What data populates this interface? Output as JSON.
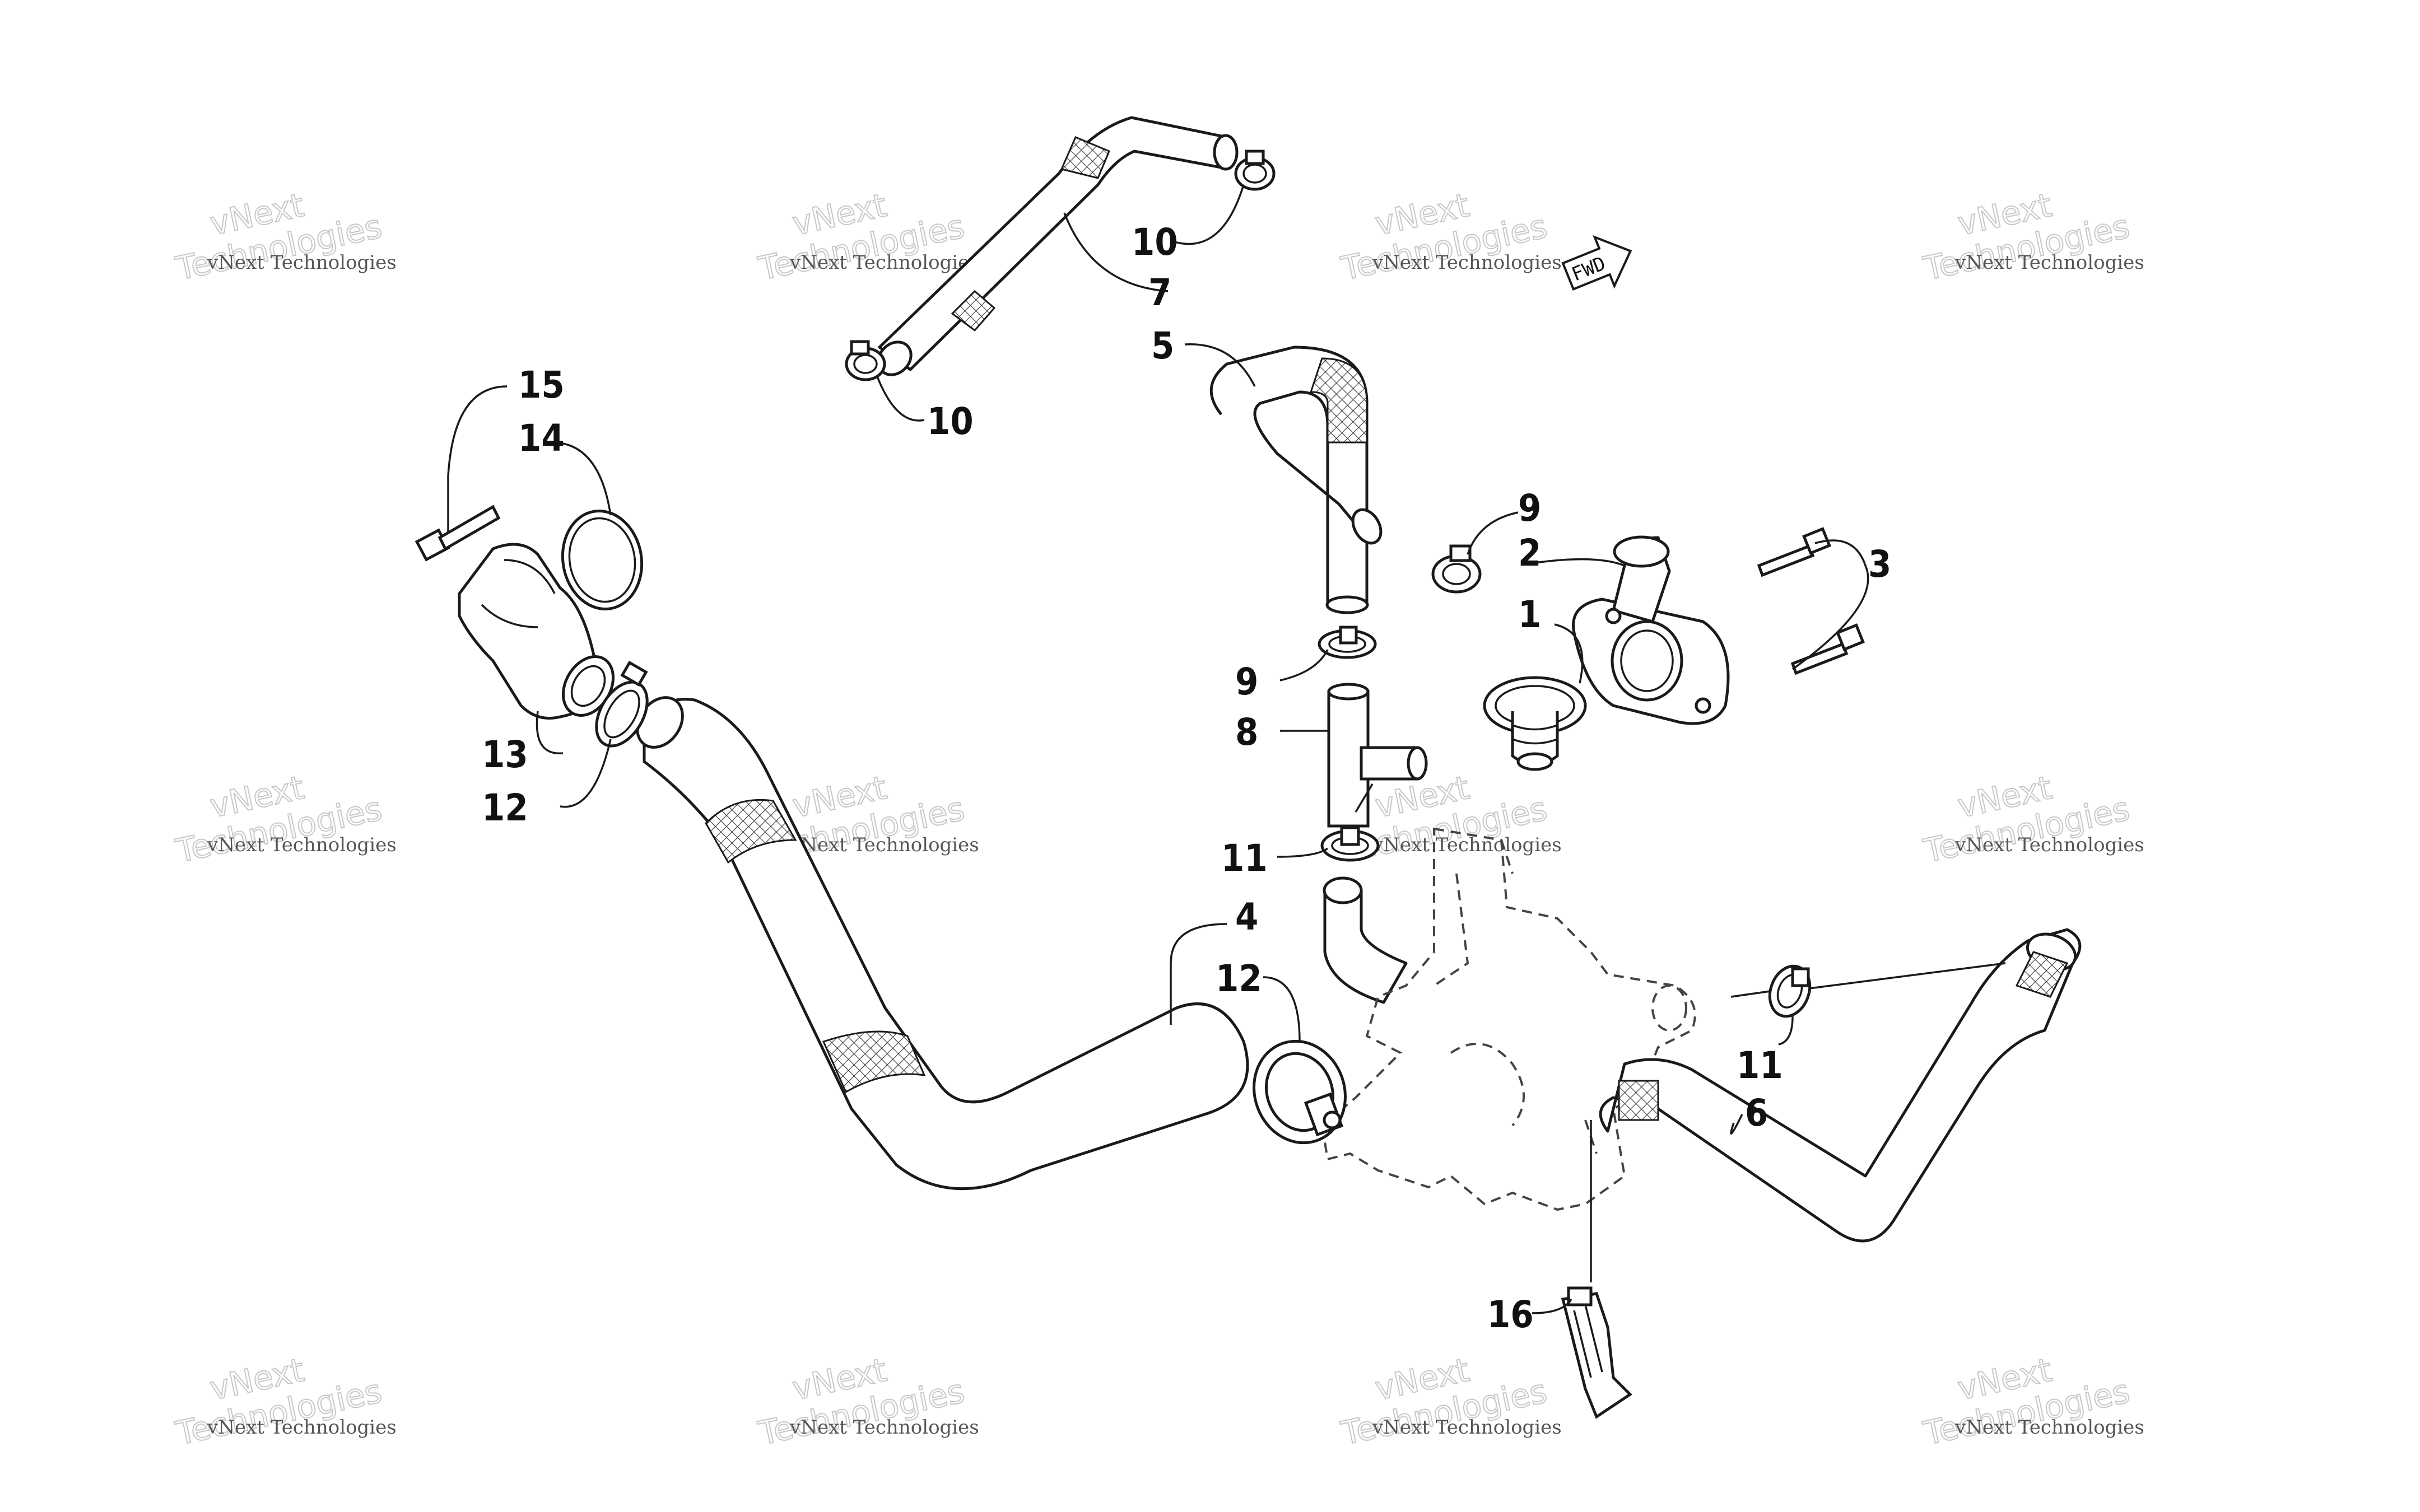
{
  "diagram": {
    "direction_marker": "FWD",
    "watermark": {
      "line_small": "vNext Technologies",
      "line_big_1": "vNext",
      "line_big_2": "Technologies"
    },
    "callouts": {
      "c1": "1",
      "c2": "2",
      "c3": "3",
      "c4": "4",
      "c5": "5",
      "c6": "6",
      "c7": "7",
      "c8": "8",
      "c9a": "9",
      "c9b": "9",
      "c10a": "10",
      "c10b": "10",
      "c11a": "11",
      "c11b": "11",
      "c12a": "12",
      "c12b": "12",
      "c13": "13",
      "c14": "14",
      "c15": "15",
      "c16": "16"
    }
  }
}
